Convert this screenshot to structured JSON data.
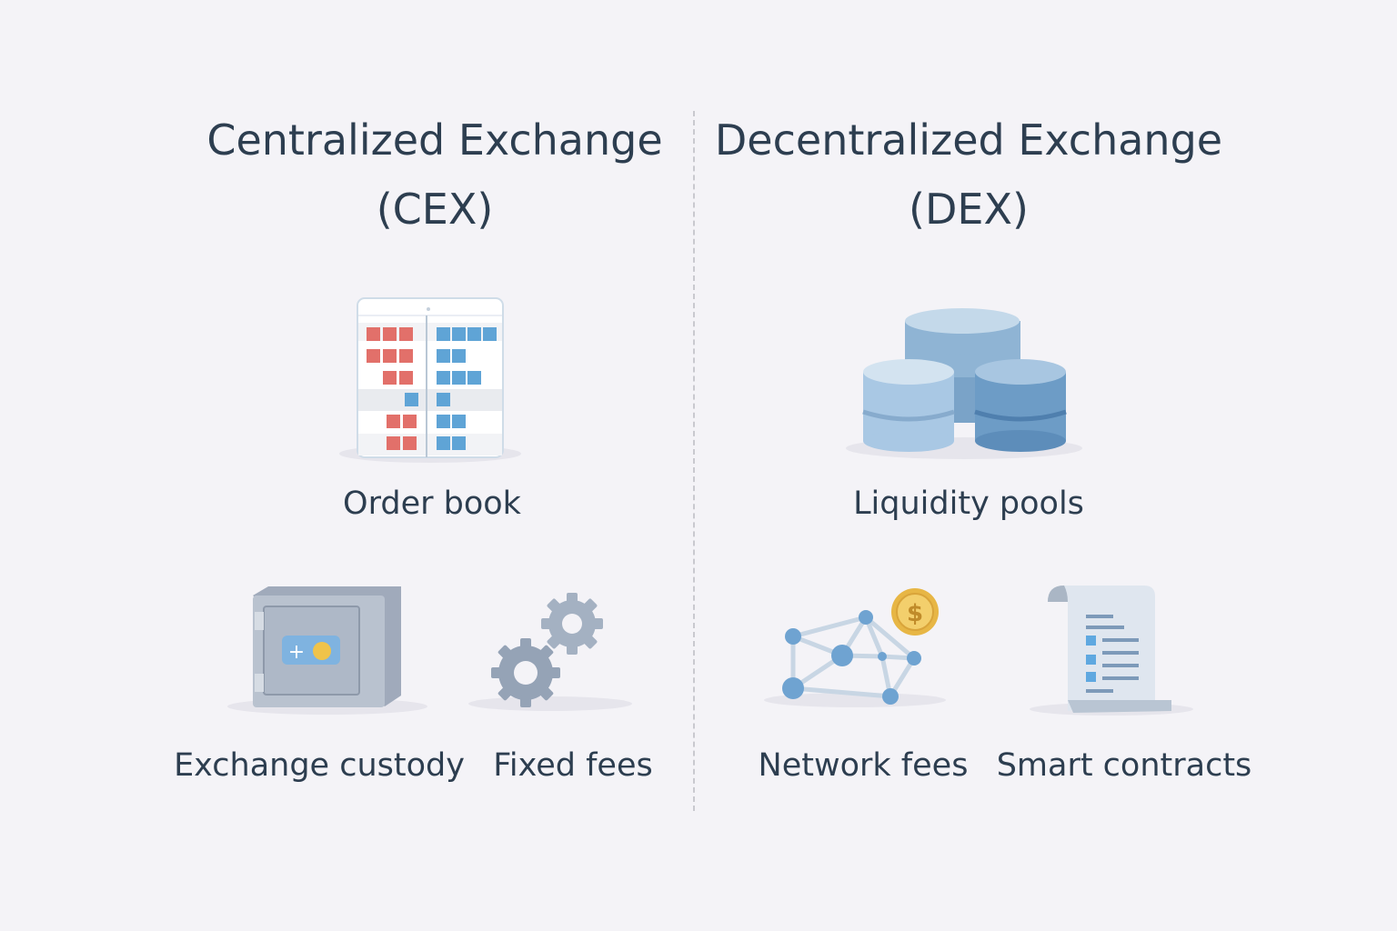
{
  "cex": {
    "title_line1": "Centralized Exchange",
    "title_line2": "(CEX)",
    "main_feature": "Order book",
    "features": [
      "Exchange custody",
      "Fixed fees"
    ]
  },
  "dex": {
    "title_line1": "Decentralized Exchange",
    "title_line2": "(DEX)",
    "main_feature": "Liquidity pools",
    "features": [
      "Network fees",
      "Smart contracts"
    ]
  },
  "colors": {
    "sell": "#e2706a",
    "buy": "#5fa4d6",
    "text": "#2d3e50"
  },
  "icons": [
    "order-book-icon",
    "liquidity-pools-icon",
    "safe-icon",
    "gears-icon",
    "network-icon",
    "dollar-coin-icon",
    "scroll-contract-icon"
  ]
}
